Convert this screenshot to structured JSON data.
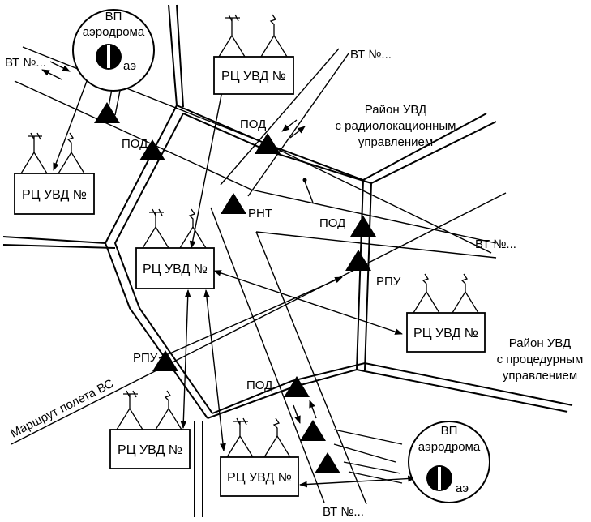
{
  "labels": {
    "vp_top": "ВП",
    "aerodrome_top": "аэродрома",
    "ae_top": "аэ",
    "vp_bottom": "ВП",
    "aerodrome_bottom": "аэродрома",
    "ae_bottom": "аэ",
    "vt_top_left": "ВТ №...",
    "vt_top_right": "ВТ №...",
    "vt_right": "ВТ №...",
    "vt_bottom": "ВТ №...",
    "pod_left": "ПОД",
    "pod_top": "ПОД",
    "pod_right": "ПОД",
    "pod_bottom": "ПОД",
    "rnt": "РНТ",
    "rpu_right": "РПУ",
    "rpu_left": "РПУ",
    "route": "Маршрут полета ВС",
    "radar_zone": [
      "Район УВД",
      "с радиолокационным",
      "управлением"
    ],
    "proc_zone": [
      "Район УВД",
      "с процедурным",
      "управлением"
    ]
  },
  "boxes": {
    "rc_top": "РЦ УВД №",
    "rc_left": "РЦ УВД №",
    "rc_center": "РЦ УВД №",
    "rc_right": "РЦ УВД №",
    "rc_bottom_left": "РЦ УВД №",
    "rc_bottom_mid": "РЦ УВД №"
  }
}
